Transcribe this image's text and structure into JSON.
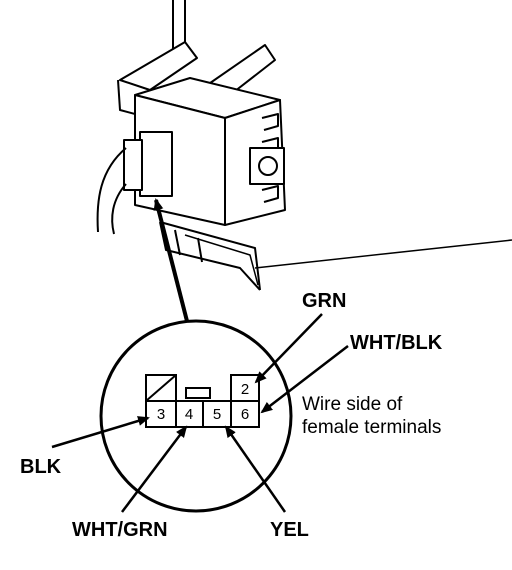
{
  "wire_labels": {
    "grn": "GRN",
    "wht_blk": "WHT/BLK",
    "blk": "BLK",
    "wht_grn": "WHT/GRN",
    "yel": "YEL"
  },
  "note": {
    "line1": "Wire side of",
    "line2": "female terminals"
  },
  "terminals": {
    "t2": "2",
    "t3": "3",
    "t4": "4",
    "t5": "5",
    "t6": "6"
  }
}
